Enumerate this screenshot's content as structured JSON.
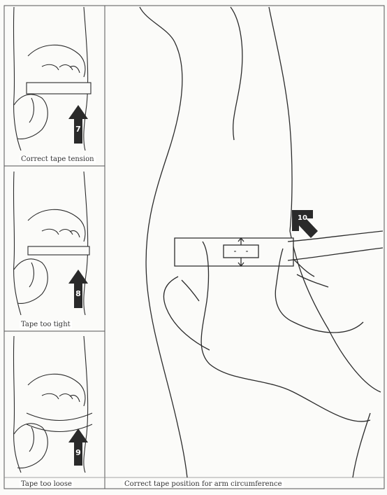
{
  "panels": [
    {
      "caption": "Correct tape tension",
      "marker": "7"
    },
    {
      "caption": "Tape too tight",
      "marker": "8"
    },
    {
      "caption": "Tape too loose",
      "marker": "9"
    }
  ],
  "main": {
    "caption": "Correct tape position for arm circumference",
    "marker": "10"
  },
  "colors": {
    "line": "#2b2b2b",
    "arrow": "#2a2a2a",
    "paper": "#fbfbf9"
  }
}
